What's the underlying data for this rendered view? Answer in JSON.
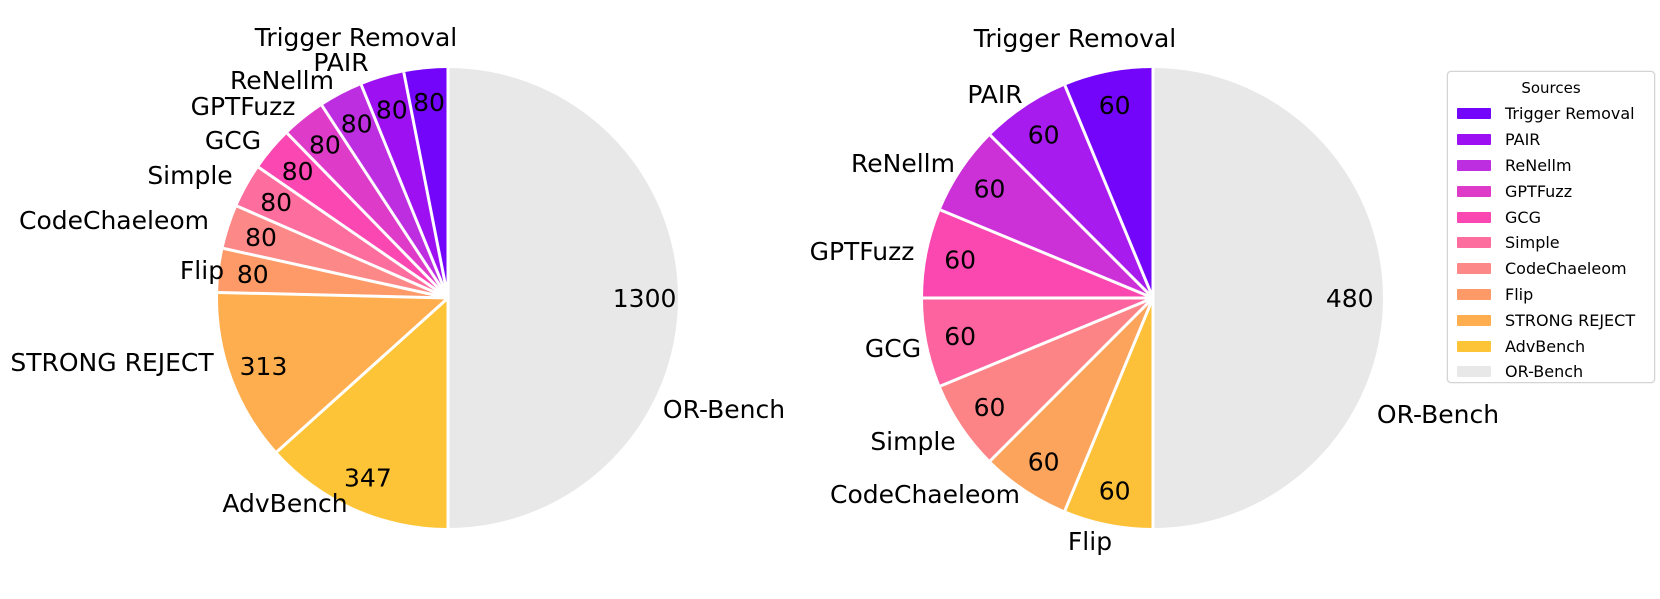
{
  "figure": {
    "background": "#ffffff"
  },
  "legend": {
    "title": "Sources",
    "items": [
      {
        "label": "Trigger Removal",
        "color": "#7405fb"
      },
      {
        "label": "PAIR",
        "color": "#9c10f2"
      },
      {
        "label": "ReNellm",
        "color": "#bd2ee0"
      },
      {
        "label": "GPTFuzz",
        "color": "#dd3bc8"
      },
      {
        "label": "GCG",
        "color": "#fb47b2"
      },
      {
        "label": "Simple",
        "color": "#fd6d9e"
      },
      {
        "label": "CodeChaeleom",
        "color": "#fd8888"
      },
      {
        "label": "Flip",
        "color": "#fd9a67"
      },
      {
        "label": "STRONG REJECT",
        "color": "#feae4e"
      },
      {
        "label": "AdvBench",
        "color": "#fec437"
      },
      {
        "label": "OR-Bench",
        "color": "#e8e8e8"
      }
    ]
  },
  "chart_data": [
    {
      "type": "pie",
      "name": "left-pie",
      "categories": [
        "Trigger Removal",
        "PAIR",
        "ReNellm",
        "GPTFuzz",
        "GCG",
        "Simple",
        "CodeChaeleom",
        "Flip",
        "STRONG REJECT",
        "AdvBench",
        "OR-Bench"
      ],
      "values": [
        80,
        80,
        80,
        80,
        80,
        80,
        80,
        80,
        313,
        347,
        1300
      ],
      "colors": [
        "#7405fb",
        "#9c10f2",
        "#bd2ee0",
        "#dd3bc8",
        "#fb47b2",
        "#fd6d9e",
        "#fd8888",
        "#fd9a67",
        "#feae4e",
        "#fec437",
        "#e8e8e8"
      ],
      "start_angle": 90,
      "direction": "counterclockwise",
      "separator_color": "#ffffff",
      "value_labels_shown": true,
      "name_labels_position": "outside"
    },
    {
      "type": "pie",
      "name": "right-pie",
      "categories": [
        "Trigger Removal",
        "PAIR",
        "ReNellm",
        "GPTFuzz",
        "GCG",
        "Simple",
        "CodeChaeleom",
        "Flip",
        "OR-Bench"
      ],
      "values": [
        60,
        60,
        60,
        60,
        60,
        60,
        60,
        60,
        480
      ],
      "colors": [
        "#7405fb",
        "#a81bee",
        "#cc31d8",
        "#fb48b1",
        "#fc639f",
        "#fc8487",
        "#fca35c",
        "#fdc139",
        "#e8e8e8"
      ],
      "start_angle": 90,
      "direction": "counterclockwise",
      "separator_color": "#ffffff",
      "value_labels_shown": true,
      "name_labels_position": "outside"
    }
  ]
}
